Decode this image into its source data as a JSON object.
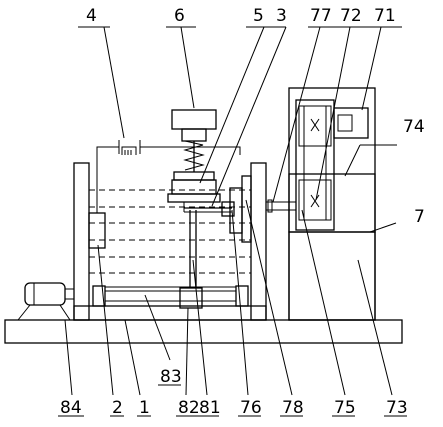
{
  "labels": {
    "l4": "4",
    "l6": "6",
    "l5": "5",
    "l3": "3",
    "l77": "77",
    "l72": "72",
    "l71": "71",
    "l74": "74",
    "l7": "7",
    "l84": "84",
    "l2": "2",
    "l1": "1",
    "l83": "83",
    "l82": "82",
    "l81": "81",
    "l76": "76",
    "l78": "78",
    "l75": "75",
    "l73": "73"
  }
}
